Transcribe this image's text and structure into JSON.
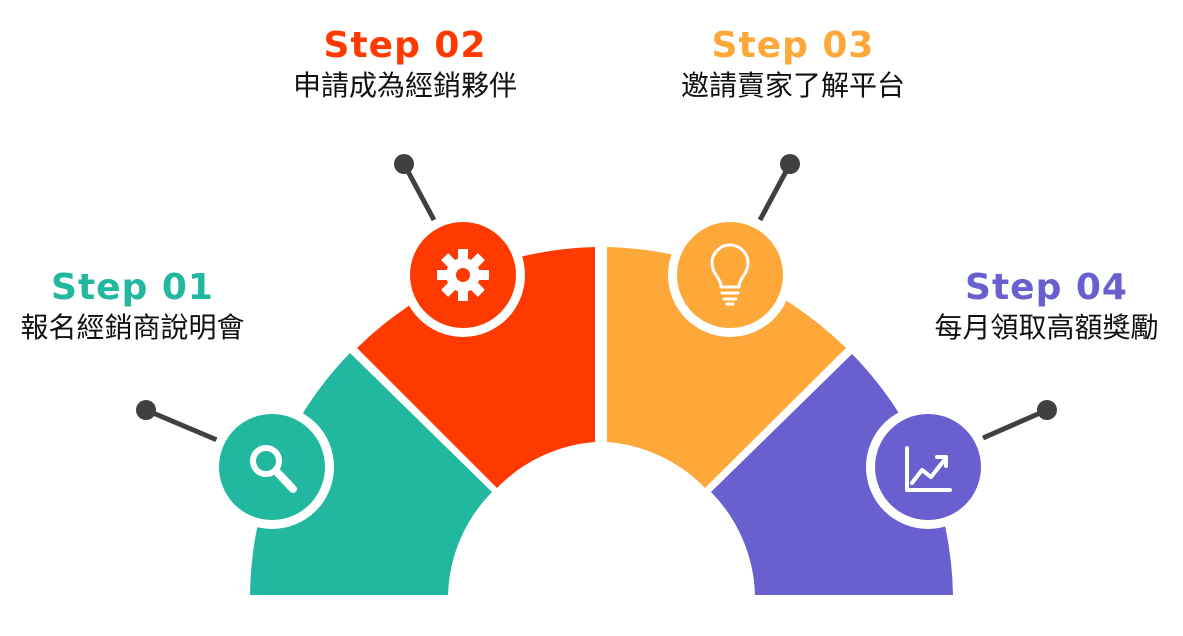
{
  "steps": [
    {
      "heading": "Step 01",
      "description": "報名經銷商說明會",
      "color": "#22B8A0",
      "icon": "search-icon"
    },
    {
      "heading": "Step 02",
      "description": "申請成為經銷夥伴",
      "color": "#FF3A00",
      "icon": "gear-icon"
    },
    {
      "heading": "Step 03",
      "description": "邀請賣家了解平台",
      "color": "#FFA83A",
      "icon": "lightbulb-icon"
    },
    {
      "heading": "Step 04",
      "description": "每月領取高額獎勵",
      "color": "#6A5FCF",
      "icon": "chart-icon"
    }
  ],
  "connector_color": "#404040"
}
